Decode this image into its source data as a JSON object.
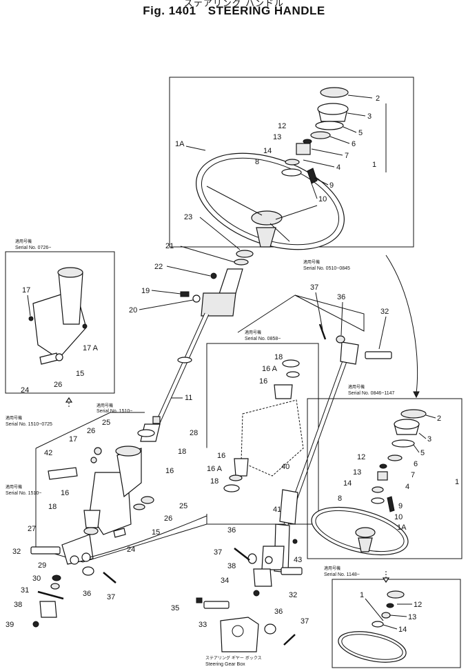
{
  "title": {
    "jp": "ステアリング ハンドル",
    "fig": "Fig. 1401",
    "name": "STEERING HANDLE"
  },
  "serials": {
    "s0726": {
      "jp": "適用号機",
      "en": "Serial No. 0726~"
    },
    "s0510": {
      "jp": "適用号機",
      "en": "Serial No. 0510~0845"
    },
    "s0858": {
      "jp": "適用号機",
      "en": "Serial No. 0858~"
    },
    "s1510_0725": {
      "jp": "適用号機",
      "en": "Serial No. 1510~0725"
    },
    "s1510a": {
      "jp": "適用号機",
      "en": "Serial No. 1510~"
    },
    "s1510b": {
      "jp": "適用号機",
      "en": "Serial No. 1510~"
    },
    "s0846": {
      "jp": "適用号機",
      "en": "Serial No. 0846~1147"
    },
    "s1148": {
      "jp": "適用号機",
      "en": "Serial No. 1148~"
    }
  },
  "gearbox": {
    "jp": "ステアリング ギヤー ボックス",
    "en": "Steering Gear Box"
  },
  "labels": {
    "top_box": [
      "1A",
      "2",
      "3",
      "5",
      "6",
      "12",
      "13",
      "7",
      "14",
      "4",
      "8",
      "1",
      "9",
      "10"
    ],
    "main": [
      "23",
      "21",
      "22",
      "19",
      "20",
      "11",
      "28",
      "18",
      "16",
      "17",
      "26",
      "25",
      "42",
      "16",
      "18",
      "27",
      "32",
      "29",
      "30",
      "31",
      "38",
      "39",
      "36",
      "37",
      "26",
      "25",
      "15",
      "24"
    ],
    "left_box": [
      "17",
      "17 A",
      "24",
      "26",
      "15"
    ],
    "center_box": [
      "18",
      "16 A",
      "16",
      "16",
      "16 A",
      "18"
    ],
    "right_side": [
      "37",
      "36",
      "32",
      "40",
      "41",
      "36",
      "37",
      "38",
      "34",
      "35",
      "33",
      "36",
      "37",
      "32",
      "43"
    ],
    "right_box": [
      "2",
      "3",
      "5",
      "12",
      "6",
      "13",
      "7",
      "1",
      "14",
      "4",
      "8",
      "9",
      "10",
      "1A"
    ],
    "bottom_right": [
      "1",
      "12",
      "13",
      "14"
    ]
  }
}
